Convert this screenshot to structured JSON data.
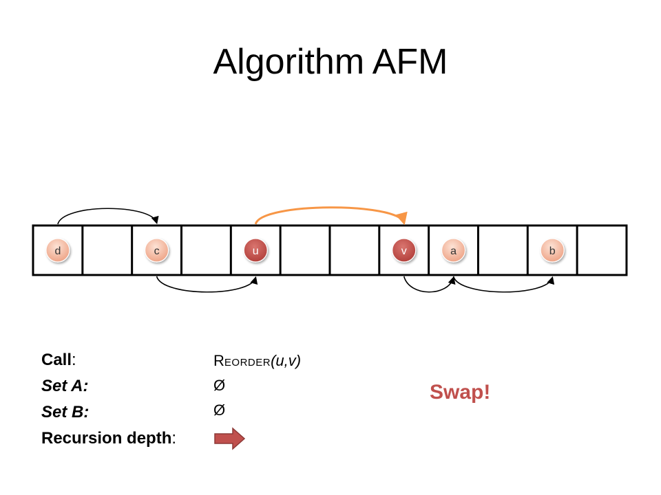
{
  "title": "Algorithm AFM",
  "cells": [
    {
      "node": "d",
      "style": "light"
    },
    {
      "node": "",
      "style": ""
    },
    {
      "node": "c",
      "style": "light"
    },
    {
      "node": "",
      "style": ""
    },
    {
      "node": "u",
      "style": "dark"
    },
    {
      "node": "",
      "style": ""
    },
    {
      "node": "",
      "style": ""
    },
    {
      "node": "v",
      "style": "dark"
    },
    {
      "node": "a",
      "style": "light"
    },
    {
      "node": "",
      "style": ""
    },
    {
      "node": "b",
      "style": "light"
    },
    {
      "node": "",
      "style": ""
    }
  ],
  "edges": [
    {
      "from": "d",
      "to": "c",
      "side": "top",
      "color": "#000000"
    },
    {
      "from": "u",
      "to": "v",
      "side": "top",
      "color": "#f79646"
    },
    {
      "from": "c",
      "to": "u",
      "side": "bottom",
      "color": "#000000"
    },
    {
      "from": "v",
      "to": "a",
      "side": "bottom",
      "color": "#000000"
    },
    {
      "from": "a",
      "to": "b",
      "side": "bottom",
      "color": "#000000"
    }
  ],
  "info": {
    "call_label": "Call",
    "set_a_label": "Set A:",
    "set_b_label": "Set B:",
    "depth_label": "Recursion depth",
    "call_fn_initial": "R",
    "call_fn_rest": "EORDER",
    "call_args": "(u,v)",
    "set_a_value": "Ø",
    "set_b_value": "Ø"
  },
  "swap_text": "Swap!",
  "colors": {
    "light_node": "#f2b8a0",
    "dark_node": "#c0504d",
    "highlight_edge": "#f79646",
    "accent_text": "#c0504d"
  },
  "icons": {
    "depth_indicator": "right-arrow-icon"
  }
}
